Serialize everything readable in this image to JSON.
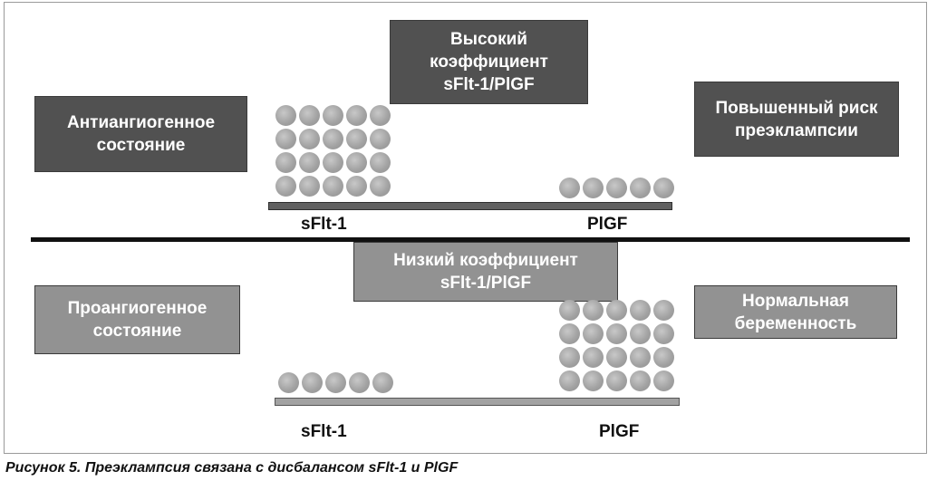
{
  "top": {
    "left_box": [
      "Антиангиогенное",
      "состояние"
    ],
    "center_box": [
      "Высокий",
      "коэффициент",
      "sFlt-1/PlGF"
    ],
    "right_box": [
      "Повышенный риск",
      "преэклампсии"
    ],
    "sflt_label": "sFlt-1",
    "plgf_label": "PlGF",
    "sflt_dots": {
      "cols": 5,
      "rows": 4
    },
    "plgf_dots": {
      "cols": 5,
      "rows": 1
    }
  },
  "bottom": {
    "left_box": [
      "Проангиогенное",
      "состояние"
    ],
    "center_box": [
      "Низкий коэффициент",
      "sFlt-1/PlGF"
    ],
    "right_box": [
      "Нормальная",
      "беременность"
    ],
    "sflt_label": "sFlt-1",
    "plgf_label": "PlGF",
    "sflt_dots": {
      "cols": 5,
      "rows": 1
    },
    "plgf_dots": {
      "cols": 5,
      "rows": 4
    }
  },
  "caption": "Рисунок 5. Преэклампсия связана с дисбалансом sFlt-1 и PlGF",
  "colors": {
    "dark_box": "#515151",
    "light_box": "#929292",
    "dot": "#a3a3a3"
  }
}
